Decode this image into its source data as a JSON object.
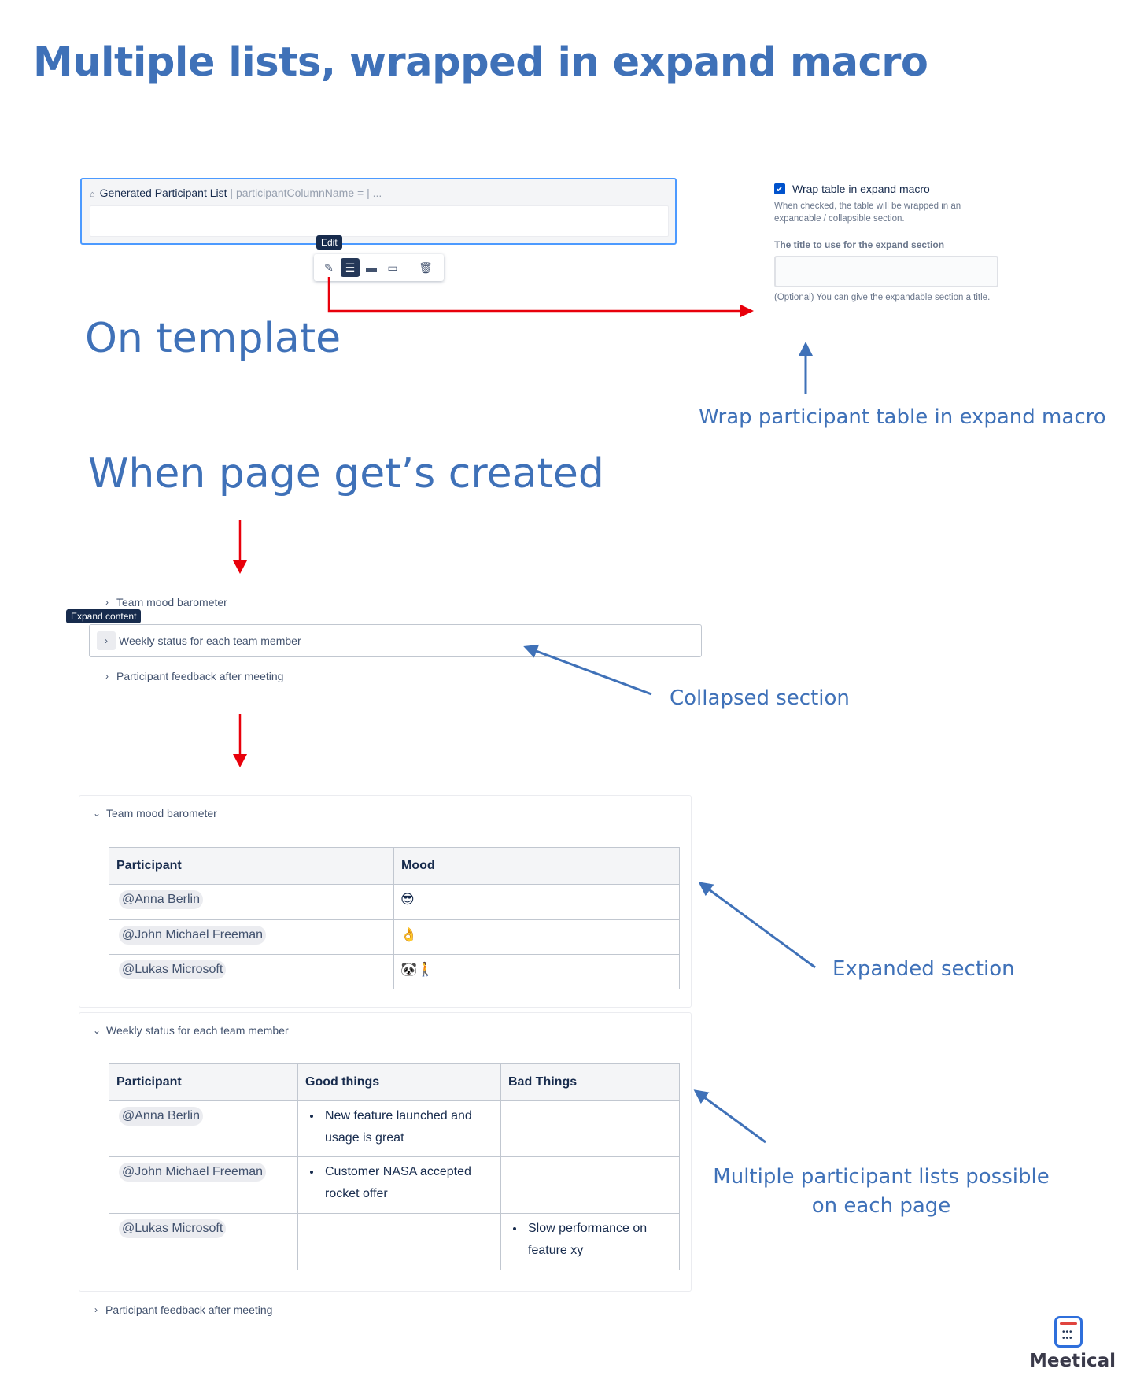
{
  "title": "Multiple lists, wrapped in expand macro",
  "sections": {
    "on_template": "On template",
    "when_created": "When page get’s created"
  },
  "macro": {
    "icon": "macro-icon",
    "name": "Generated Participant List",
    "params": " | participantColumnName = | ...",
    "tooltip": "Edit",
    "toolbar_icons": [
      "pencil-icon",
      "layout-default-icon",
      "layout-wide-icon",
      "layout-full-icon",
      "trash-icon"
    ]
  },
  "settings": {
    "checkbox_label": "Wrap table in expand macro",
    "checkbox_checked": true,
    "checkbox_help": "When checked, the table will be wrapped in an expandable / collapsible section.",
    "title_label": "The title to use for the expand section",
    "title_value": "",
    "title_help": "(Optional) You can give the expandable section a title."
  },
  "annotations": {
    "wrap": "Wrap participant table in expand macro",
    "collapsed": "Collapsed section",
    "expanded": "Expanded section",
    "multiple": "Multiple participant lists possible on each page"
  },
  "collapsed_list": {
    "tooltip": "Expand content",
    "items": [
      "Team mood barometer",
      "Weekly status for each team member",
      "Participant feedback after meeting"
    ]
  },
  "expanded": {
    "mood": {
      "title": "Team mood barometer",
      "headers": [
        "Participant",
        "Mood"
      ],
      "rows": [
        {
          "participant": "@Anna Berlin",
          "mood": "😎"
        },
        {
          "participant": "@John Michael Freeman",
          "mood": "👌"
        },
        {
          "participant": "@Lukas Microsoft",
          "mood": "🐼🚶"
        }
      ]
    },
    "weekly": {
      "title": "Weekly status for each team member",
      "headers": [
        "Participant",
        "Good things",
        "Bad Things"
      ],
      "rows": [
        {
          "participant": "@Anna Berlin",
          "good": "New feature launched and usage is great",
          "bad": ""
        },
        {
          "participant": "@John Michael Freeman",
          "good": "Customer NASA accepted rocket offer",
          "bad": ""
        },
        {
          "participant": "@Lukas Microsoft",
          "good": "",
          "bad": "Slow performance on feature xy"
        }
      ]
    },
    "feedback_title": "Participant feedback after meeting"
  },
  "logo": {
    "text": "Meetical"
  },
  "colors": {
    "accent": "#3f71b8",
    "arrow_red": "#e8000b",
    "arrow_blue": "#3f71b8",
    "selection": "#4c9aff"
  }
}
